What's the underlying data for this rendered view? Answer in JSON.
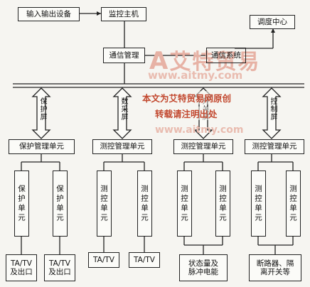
{
  "nodes": {
    "io_device": "输入输出设备",
    "monitor_host": "监控主机",
    "dispatch_center": "调度中心",
    "comm_management": "通信管理",
    "comm_system": "通信系统",
    "screens": [
      "保护屏",
      "数采屏",
      "开关屏",
      "控制屏"
    ],
    "managers": [
      "保护管理单元",
      "测控管理单元",
      "测控管理单元",
      "测控管理单元"
    ],
    "units": [
      "保护单元",
      "保护单元",
      "测控单元",
      "测控单元",
      "测控单元",
      "测控单元",
      "测控单元",
      "测控单元"
    ],
    "terminals": [
      "TA/TV\n及出口",
      "TA/TV\n及出口",
      "TA/TV",
      "TA/TV",
      "状态量及\n脉冲电能",
      "断路器、隔\n离开关等"
    ]
  },
  "watermark": {
    "logo_text": "艾特贸易",
    "url": "www.aitmy.com",
    "notice_1": "本文为艾特贸易网原创",
    "notice_2": "转载请注明出处",
    "url_2": "www.aitmy.com"
  },
  "colors": {
    "line": "#222222",
    "watermark": "#d4553a"
  }
}
